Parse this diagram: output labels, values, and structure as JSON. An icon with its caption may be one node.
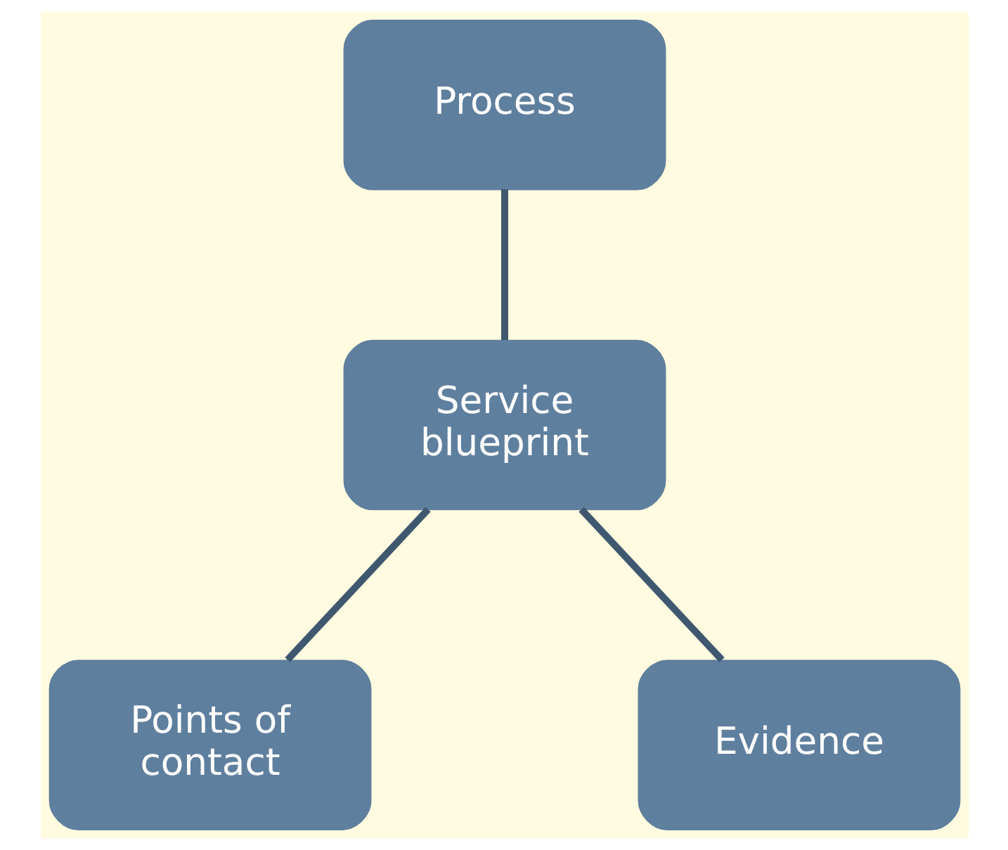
{
  "diagram": {
    "nodes": [
      {
        "text": [
          "Process"
        ]
      },
      {
        "text": [
          "Service blueprint"
        ]
      },
      {
        "text": [
          "Points of contact"
        ]
      },
      {
        "text": [
          "Evidence"
        ]
      }
    ],
    "edges": [
      {
        "from": 0,
        "to": 1,
        "arrow": "none"
      },
      {
        "from": 1,
        "to": 2,
        "arrow": "none"
      },
      {
        "from": 1,
        "to": 3,
        "arrow": "none"
      }
    ]
  }
}
